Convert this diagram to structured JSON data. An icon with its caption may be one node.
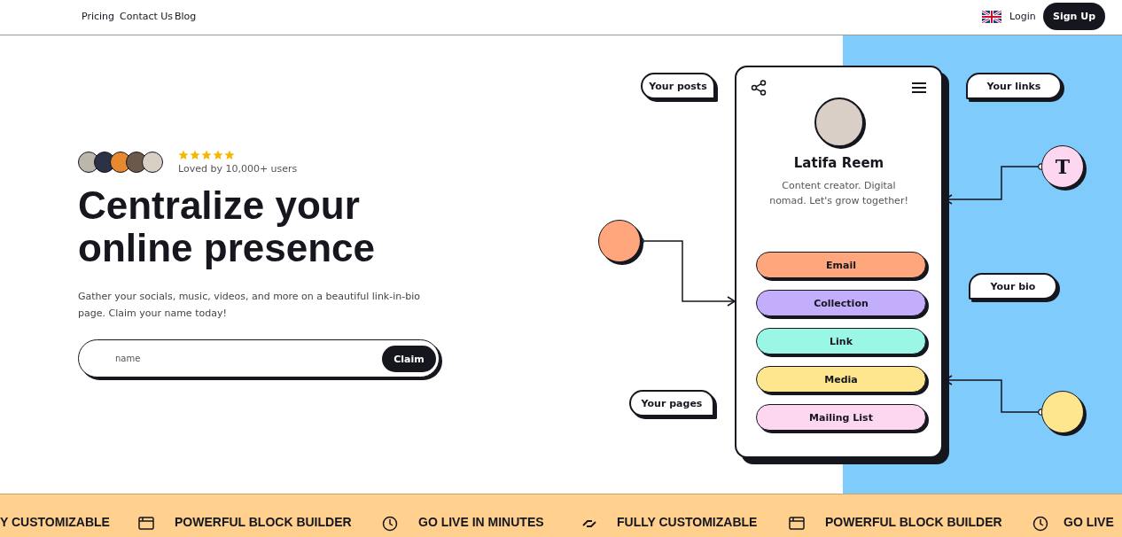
{
  "diagram": {
    "nodes": [
      {
        "text": [
          "Your posts"
        ]
      },
      {
        "text": [
          "Your links"
        ]
      },
      {
        "text": [
          "Latifa Reem",
          "Content creator. Digital nomad. Let's grow together!"
        ]
      },
      {
        "text": [
          "Email"
        ],
        "in": 2
      },
      {
        "text": [
          "Collection"
        ],
        "in": 2
      },
      {
        "text": [
          "Link"
        ],
        "in": 2
      },
      {
        "text": [
          "Media"
        ],
        "in": 2
      },
      {
        "text": [
          "Mailing List"
        ],
        "in": 2
      },
      {
        "text": [
          "T"
        ]
      },
      {
        "text": [],
        "shape": "circle"
      },
      {
        "text": [
          "Your bio"
        ]
      },
      {
        "text": [
          "Your pages"
        ]
      },
      {
        "text": [],
        "shape": "circle"
      }
    ],
    "edges": [
      {
        "from": 8,
        "to": 2,
        "arrow": "to"
      },
      {
        "from": 9,
        "to": 2,
        "arrow": "to"
      },
      {
        "from": 12,
        "to": 2,
        "arrow": "to"
      }
    ],
    "labels": [
      "Pricing",
      "Contact Us",
      "Blog",
      "Login",
      "Sign Up",
      "Loved by 10,000+ users",
      "Centralize your online presence",
      "Gather your socials, music, videos, and more on a beautiful link-in-bio page. Claim your name today!",
      "name",
      "Claim",
      "Y CUSTOMIZABLE",
      "POWERFUL BLOCK BUILDER",
      "GO LIVE IN MINUTES",
      "FULLY CUSTOMIZABLE",
      "POWERFUL BLOCK BUILDER",
      "GO LIVE"
    ]
  }
}
